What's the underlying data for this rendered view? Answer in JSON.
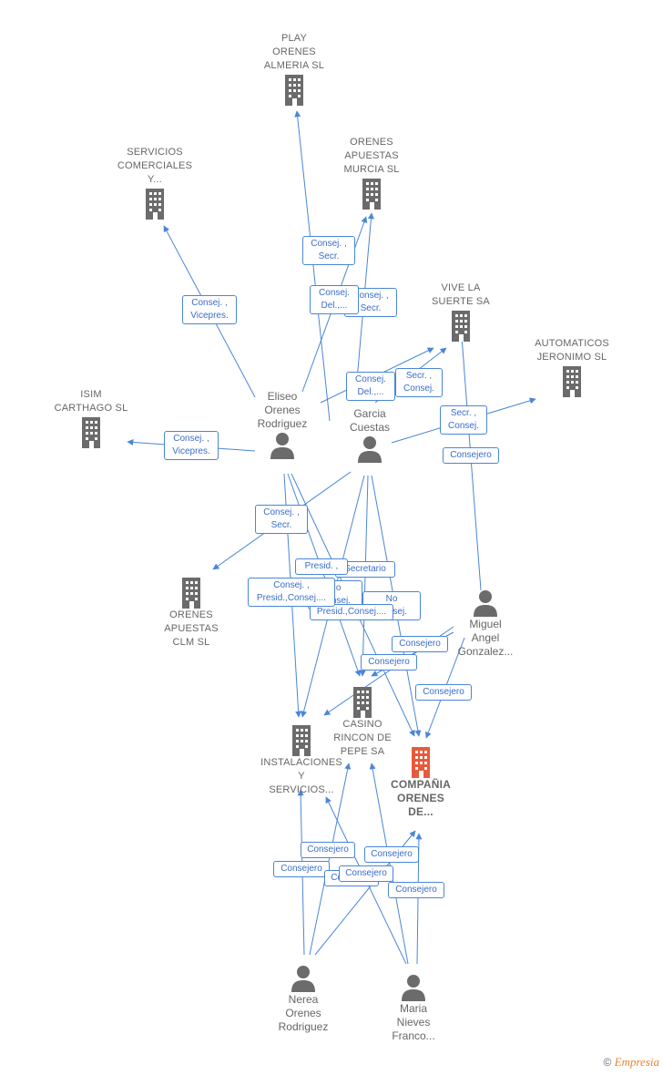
{
  "colors": {
    "edge": "#4a86d8",
    "building": "#6b6b6b",
    "main_building": "#e8593a",
    "person": "#6b6b6b"
  },
  "companies": {
    "play_orenes": "PLAY\nORENES\nALMERIA SL",
    "servicios": "SERVICIOS\nCOMERCIALES\nY...",
    "orenes_murcia": "ORENES\nAPUESTAS\nMURCIA SL",
    "vive_la_suerte": "VIVE LA\nSUERTE SA",
    "automaticos": "AUTOMATICOS\nJERONIMO SL",
    "isim": "ISIM\nCARTHAGO SL",
    "orenes_clm": "ORENES\nAPUESTAS\nCLM SL",
    "casino": "CASINO\nRINCON DE\nPEPE SA",
    "instalaciones": "INSTALACIONES\nY\nSERVICIOS...",
    "compania": "COMPAÑIA\nORENES\nDE..."
  },
  "people": {
    "eliseo": "Eliseo\nOrenes\nRodriguez",
    "garcia": "Garcia\nCuestas",
    "miguel": "Miguel\nAngel\nGonzalez...",
    "nerea": "Nerea\nOrenes\nRodriguez",
    "maria": "Maria\nNieves\nFranco..."
  },
  "badges": {
    "b1": "Consej. ,\nSecr.",
    "b2": "Consej. ,\nVicepres.",
    "b3": "Consej.\nDel.,...",
    "b4": "Consej. ,\nSecr.",
    "b5": "Consej.\nDel.,...",
    "b6": "Secr. ,\nConsej.",
    "b7": "Secr. ,\nConsej.",
    "b8": "Consej. ,\nVicepres.",
    "b9": "Consejero",
    "b10": "Consej. ,\nSecr.",
    "b11": "Presid. ,",
    "b12": "Secretario",
    "b13": "Consej. ,\nPresid.,Consej....",
    "b14": "No\nConsej.",
    "b15": "Presid.,Consej....",
    "b16": "No\nConsej.",
    "b17": "Consejero",
    "b18": "Consejero",
    "b19": "Consejero",
    "b20": "Consejero",
    "b21": "Consejero",
    "b22": "Consejero",
    "b23": "Consejero",
    "b24": "Consejero",
    "b25": "Consejero"
  },
  "footer": {
    "copyright": "©",
    "brand": "Empresia"
  }
}
